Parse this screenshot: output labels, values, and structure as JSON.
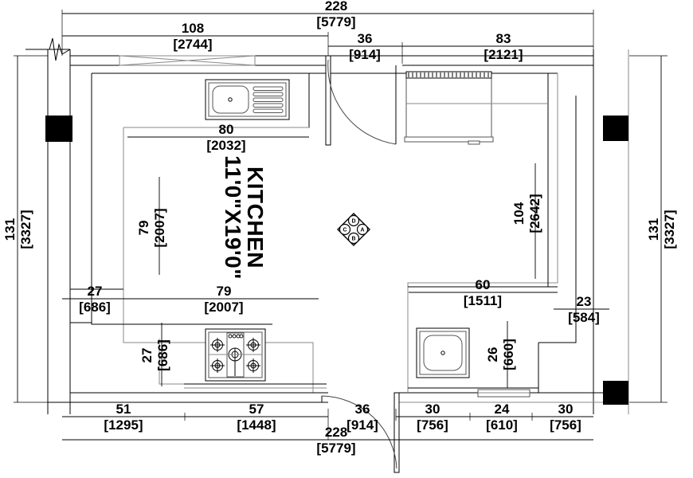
{
  "drawing": {
    "type": "architectural-floor-plan",
    "room_label": {
      "name": "KITCHEN",
      "size": "11'0\"X19'0\"",
      "rotation_deg": -90
    },
    "elevation_marker": {
      "top": "D",
      "right": "A",
      "bottom": "B",
      "left": "C"
    },
    "units_note": "Imperial inches with bracketed millimetres",
    "colors": {
      "line": "#000000",
      "fixture_line": "#555555",
      "column_fill": "#000000",
      "background": "#ffffff"
    }
  },
  "dimensions": {
    "top": [
      {
        "id": "overall-top",
        "imperial": "228",
        "metric": "[5779]"
      },
      {
        "id": "top-108",
        "imperial": "108",
        "metric": "[2744]"
      },
      {
        "id": "top-36",
        "imperial": "36",
        "metric": "[914]"
      },
      {
        "id": "top-83",
        "imperial": "83",
        "metric": "[2121]"
      }
    ],
    "left": [
      {
        "id": "left-overall",
        "imperial": "131",
        "metric": "[3327]"
      }
    ],
    "right": [
      {
        "id": "right-overall",
        "imperial": "131",
        "metric": "[3327]"
      }
    ],
    "bottom": [
      {
        "id": "bottom-51",
        "imperial": "51",
        "metric": "[1295]"
      },
      {
        "id": "bottom-57",
        "imperial": "57",
        "metric": "[1448]"
      },
      {
        "id": "bottom-36",
        "imperial": "36",
        "metric": "[914]"
      },
      {
        "id": "bottom-30a",
        "imperial": "30",
        "metric": "[756]"
      },
      {
        "id": "bottom-24",
        "imperial": "24",
        "metric": "[610]"
      },
      {
        "id": "bottom-30b",
        "imperial": "30",
        "metric": "[756]"
      },
      {
        "id": "overall-bottom",
        "imperial": "228",
        "metric": "[5779]"
      }
    ],
    "interior": [
      {
        "id": "int-80",
        "imperial": "80",
        "metric": "[2032]"
      },
      {
        "id": "int-79-vert",
        "imperial": "79",
        "metric": "[2007]"
      },
      {
        "id": "int-104-vert",
        "imperial": "104",
        "metric": "[2642]"
      },
      {
        "id": "int-27-left",
        "imperial": "27",
        "metric": "[686]"
      },
      {
        "id": "int-79-mid",
        "imperial": "79",
        "metric": "[2007]"
      },
      {
        "id": "int-27-vert",
        "imperial": "27",
        "metric": "[686]"
      },
      {
        "id": "int-60",
        "imperial": "60",
        "metric": "[1511]"
      },
      {
        "id": "int-23",
        "imperial": "23",
        "metric": "[584]"
      },
      {
        "id": "int-26-vert",
        "imperial": "26",
        "metric": "[660]"
      }
    ]
  },
  "fixtures": [
    {
      "id": "sink-double",
      "name": "kitchen-sink-with-drainboard"
    },
    {
      "id": "range",
      "name": "gas-range-cooktop-5-burner"
    },
    {
      "id": "refrigerator",
      "name": "refrigerator"
    },
    {
      "id": "sink-single",
      "name": "secondary-sink"
    },
    {
      "id": "door-top",
      "name": "swing-door"
    },
    {
      "id": "door-bottom",
      "name": "swing-door"
    },
    {
      "id": "window-top",
      "name": "window"
    },
    {
      "id": "break-line",
      "name": "wall-break-symbol"
    }
  ]
}
